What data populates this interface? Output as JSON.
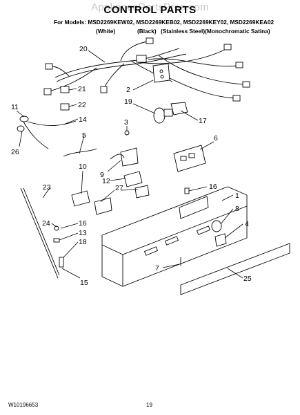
{
  "watermark": "AppliancePartsPros.com",
  "title": "CONTROL PARTS",
  "models_line": "For Models: MSD2269KEW02, MSD2269KEB02, MSD2269KEY02, MSD2269KEA02",
  "colors": [
    "(White)",
    "(Black)",
    "(Stainless Steel)(Monochromatic Satina)"
  ],
  "callouts": {
    "c20": "20",
    "c21": "21",
    "c22": "22",
    "c14": "14",
    "c11": "11",
    "c26": "26",
    "c5": "5",
    "c10": "10",
    "c9": "9",
    "c3": "3",
    "c2": "2",
    "c19": "19",
    "c17": "17",
    "c6": "6",
    "c12": "12",
    "c27": "27",
    "c16a": "16",
    "c1": "1",
    "c8": "8",
    "c4": "4",
    "c23": "23",
    "c24": "24",
    "c16b": "16",
    "c13": "13",
    "c18": "18",
    "c15": "15",
    "c7": "7",
    "c25": "25"
  },
  "footer": {
    "doc_number": "W10196653",
    "page_number": "19"
  }
}
